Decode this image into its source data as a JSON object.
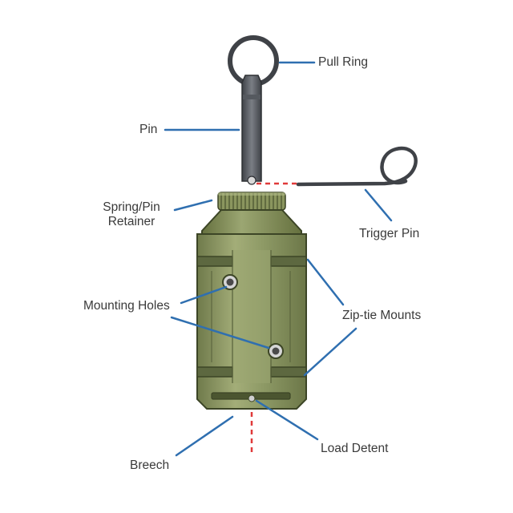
{
  "labels": {
    "pull_ring": "Pull Ring",
    "pin": "Pin",
    "spring_pin_retainer_line1": "Spring/Pin",
    "spring_pin_retainer_line2": "Retainer",
    "trigger_pin": "Trigger Pin",
    "mounting_holes": "Mounting Holes",
    "zip_tie_mounts": "Zip-tie Mounts",
    "breech": "Breech",
    "load_detent": "Load Detent"
  },
  "colors": {
    "leader_line": "#2f6fb0",
    "body_green": "#8a9763",
    "body_green_light": "#a6b07a",
    "body_green_dark": "#6d784a",
    "body_outline": "#3c4526",
    "metal_dark": "#4a4d52",
    "metal_mid": "#6b6f75",
    "red_dashed": "#e03a3a",
    "label_text": "#3a3a3a"
  }
}
